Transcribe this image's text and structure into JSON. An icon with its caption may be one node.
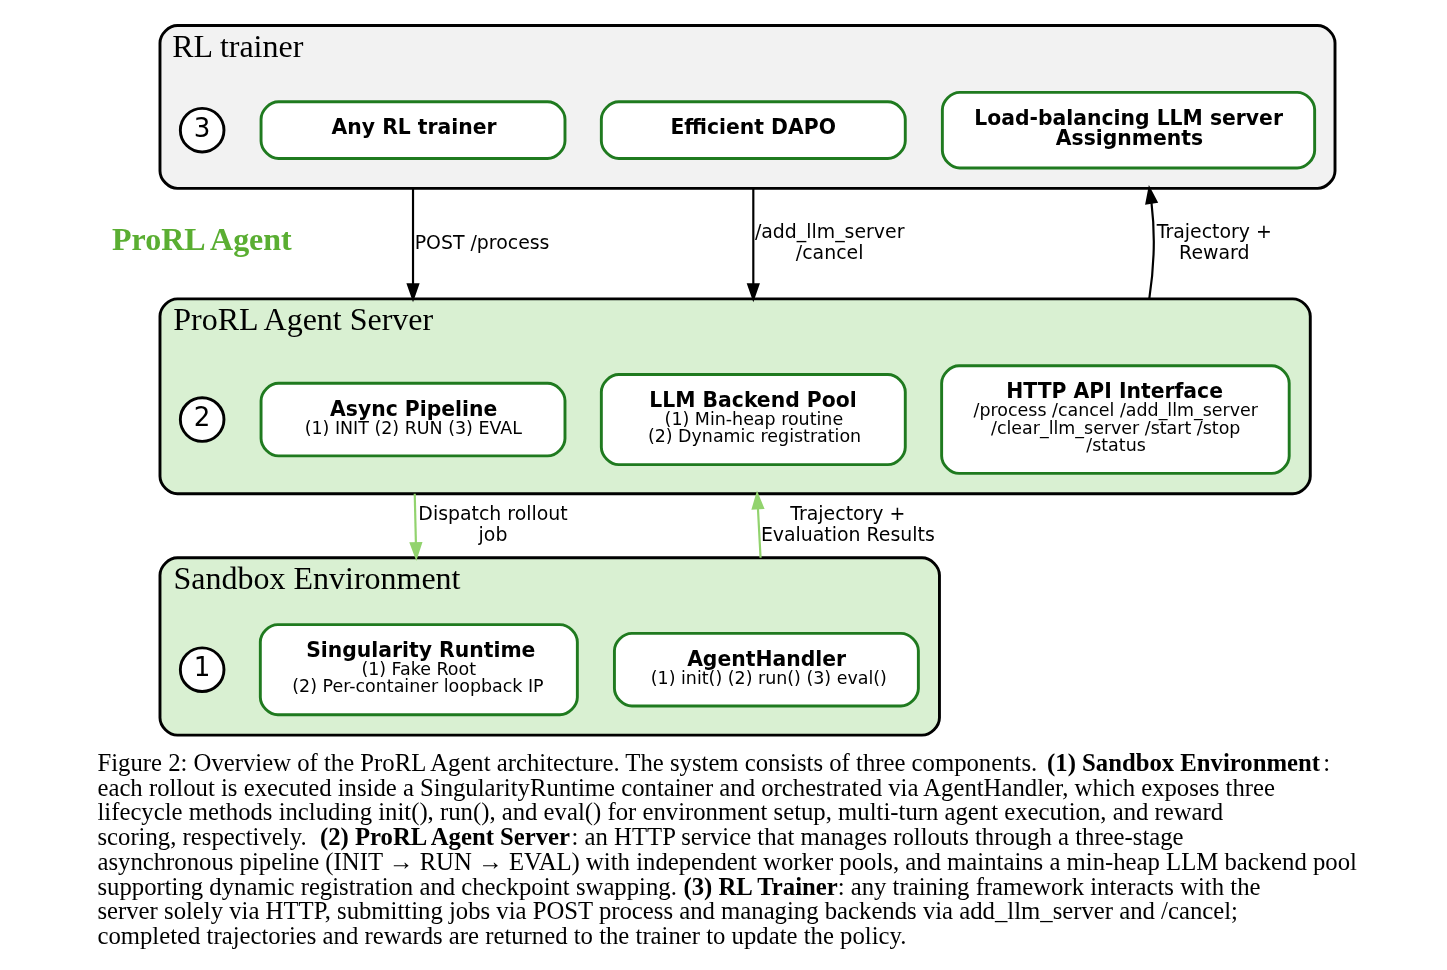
{
  "diagram": {
    "caption": "Figure 2: Overview of the ProRL Agent architecture. The system consists of three components. **(1) Sandbox Environment**: each rollout is executed inside a SingularityRuntime container and orchestrated via AgentHandler, which exposes three lifecycle methods including init(), run(), and eval() for environment setup, multi-turn agent execution, and reward scoring, respectively. **(2) ProRL Agent Server**: an HTTP service that manages rollouts through a three-stage asynchronous pipeline (INIT → RUN → EVAL) with independent worker pools, and maintains a min-heap LLM backend pool supporting dynamic registration and checkpoint swapping. **(3) RL Trainer**: any training framework interacts with the server solely via HTTP, submitting jobs via POST process and managing backends via add_llm_server and /cancel; completed trajectories and rewards are returned to the trainer to update the policy.",
    "nodes": [
      {
        "text": [
          "RL trainer"
        ]
      },
      {
        "text": [
          "3"
        ],
        "in": 0
      },
      {
        "text": [
          "Any RL trainer"
        ],
        "in": 0
      },
      {
        "text": [
          "Efficient DAPO"
        ],
        "in": 0
      },
      {
        "text": [
          "Load-balancing LLM server Assignments"
        ],
        "in": 0
      },
      {
        "text": [
          "ProRL Agent Server"
        ]
      },
      {
        "text": [
          "2"
        ],
        "in": 5
      },
      {
        "text": [
          "Async Pipeline",
          "(1) INIT (2) RUN (3) EVAL"
        ],
        "in": 5
      },
      {
        "text": [
          "LLM Backend Pool",
          "(1) Min-heap routine",
          "(2) Dynamic registration"
        ],
        "in": 5
      },
      {
        "text": [
          "HTTP API Interface",
          "/process /cancel /add_llm_server /clear_llm_server /start /stop /status"
        ],
        "in": 5
      },
      {
        "text": [
          "Sandbox Environment"
        ]
      },
      {
        "text": [
          "1"
        ],
        "in": 10
      },
      {
        "text": [
          "Singularity Runtime",
          "(1) Fake Root",
          "(2) Per-container loopback IP"
        ],
        "in": 10
      },
      {
        "text": [
          "AgentHandler",
          "(1) init() (2) run() (3) eval()"
        ],
        "in": 10
      }
    ],
    "edges": [
      {
        "from": 0,
        "to": 5,
        "arrow": "to",
        "label": "POST /process"
      },
      {
        "from": 0,
        "to": 5,
        "arrow": "to",
        "label": "/add_llm_server /cancel"
      },
      {
        "from": 5,
        "to": 0,
        "arrow": "to",
        "label": "Trajectory + Reward"
      },
      {
        "from": 5,
        "to": 10,
        "arrow": "to",
        "label": "Dispatch rollout job",
        "color": "#92d36e"
      },
      {
        "from": 10,
        "to": 5,
        "arrow": "to",
        "label": "Trajectory + Evaluation Results",
        "color": "#92d36e"
      }
    ],
    "labels": [
      "ProRL Agent"
    ]
  }
}
